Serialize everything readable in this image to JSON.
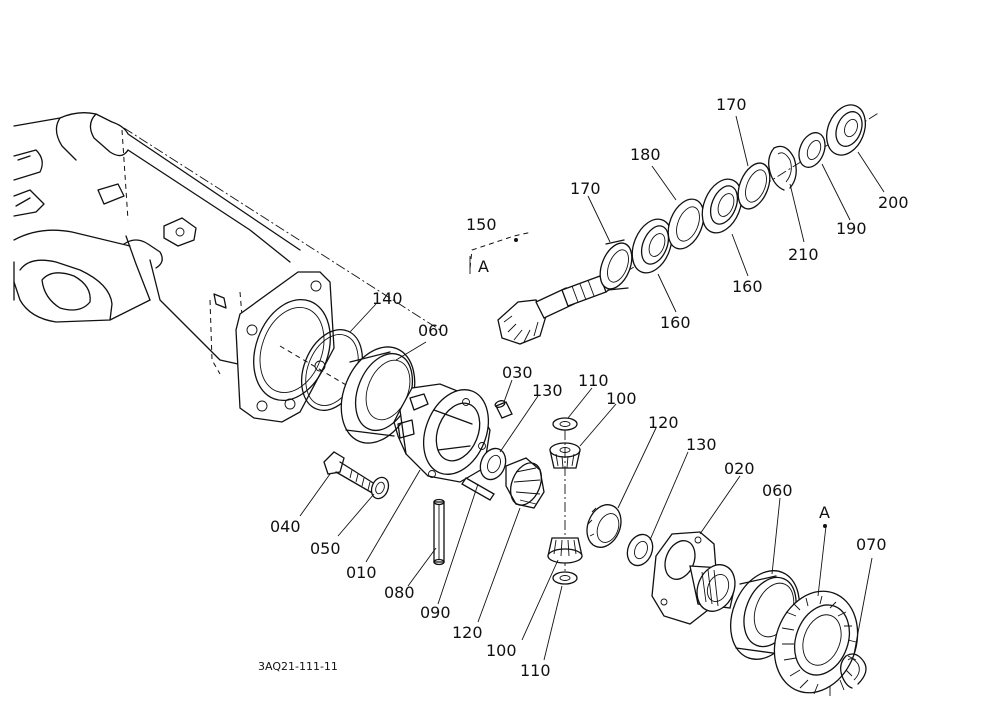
{
  "diagram": {
    "drawing_code": "3AQ21-111-11",
    "section_marker": "A",
    "part_numbers": {
      "p010": "010",
      "p020": "020",
      "p030": "030",
      "p040": "040",
      "p050": "050",
      "p060_left": "060",
      "p060_right": "060",
      "p070": "070",
      "p080": "080",
      "p090": "090",
      "p100_top": "100",
      "p100_bottom": "100",
      "p110_top": "110",
      "p110_bottom": "110",
      "p120_top": "120",
      "p120_bottom": "120",
      "p130_left": "130",
      "p130_right": "130",
      "p140": "140",
      "p150": "150",
      "p160_left": "160",
      "p160_right": "160",
      "p170_left": "170",
      "p170_right": "170",
      "p180": "180",
      "p190": "190",
      "p200": "200",
      "p210": "210"
    }
  }
}
